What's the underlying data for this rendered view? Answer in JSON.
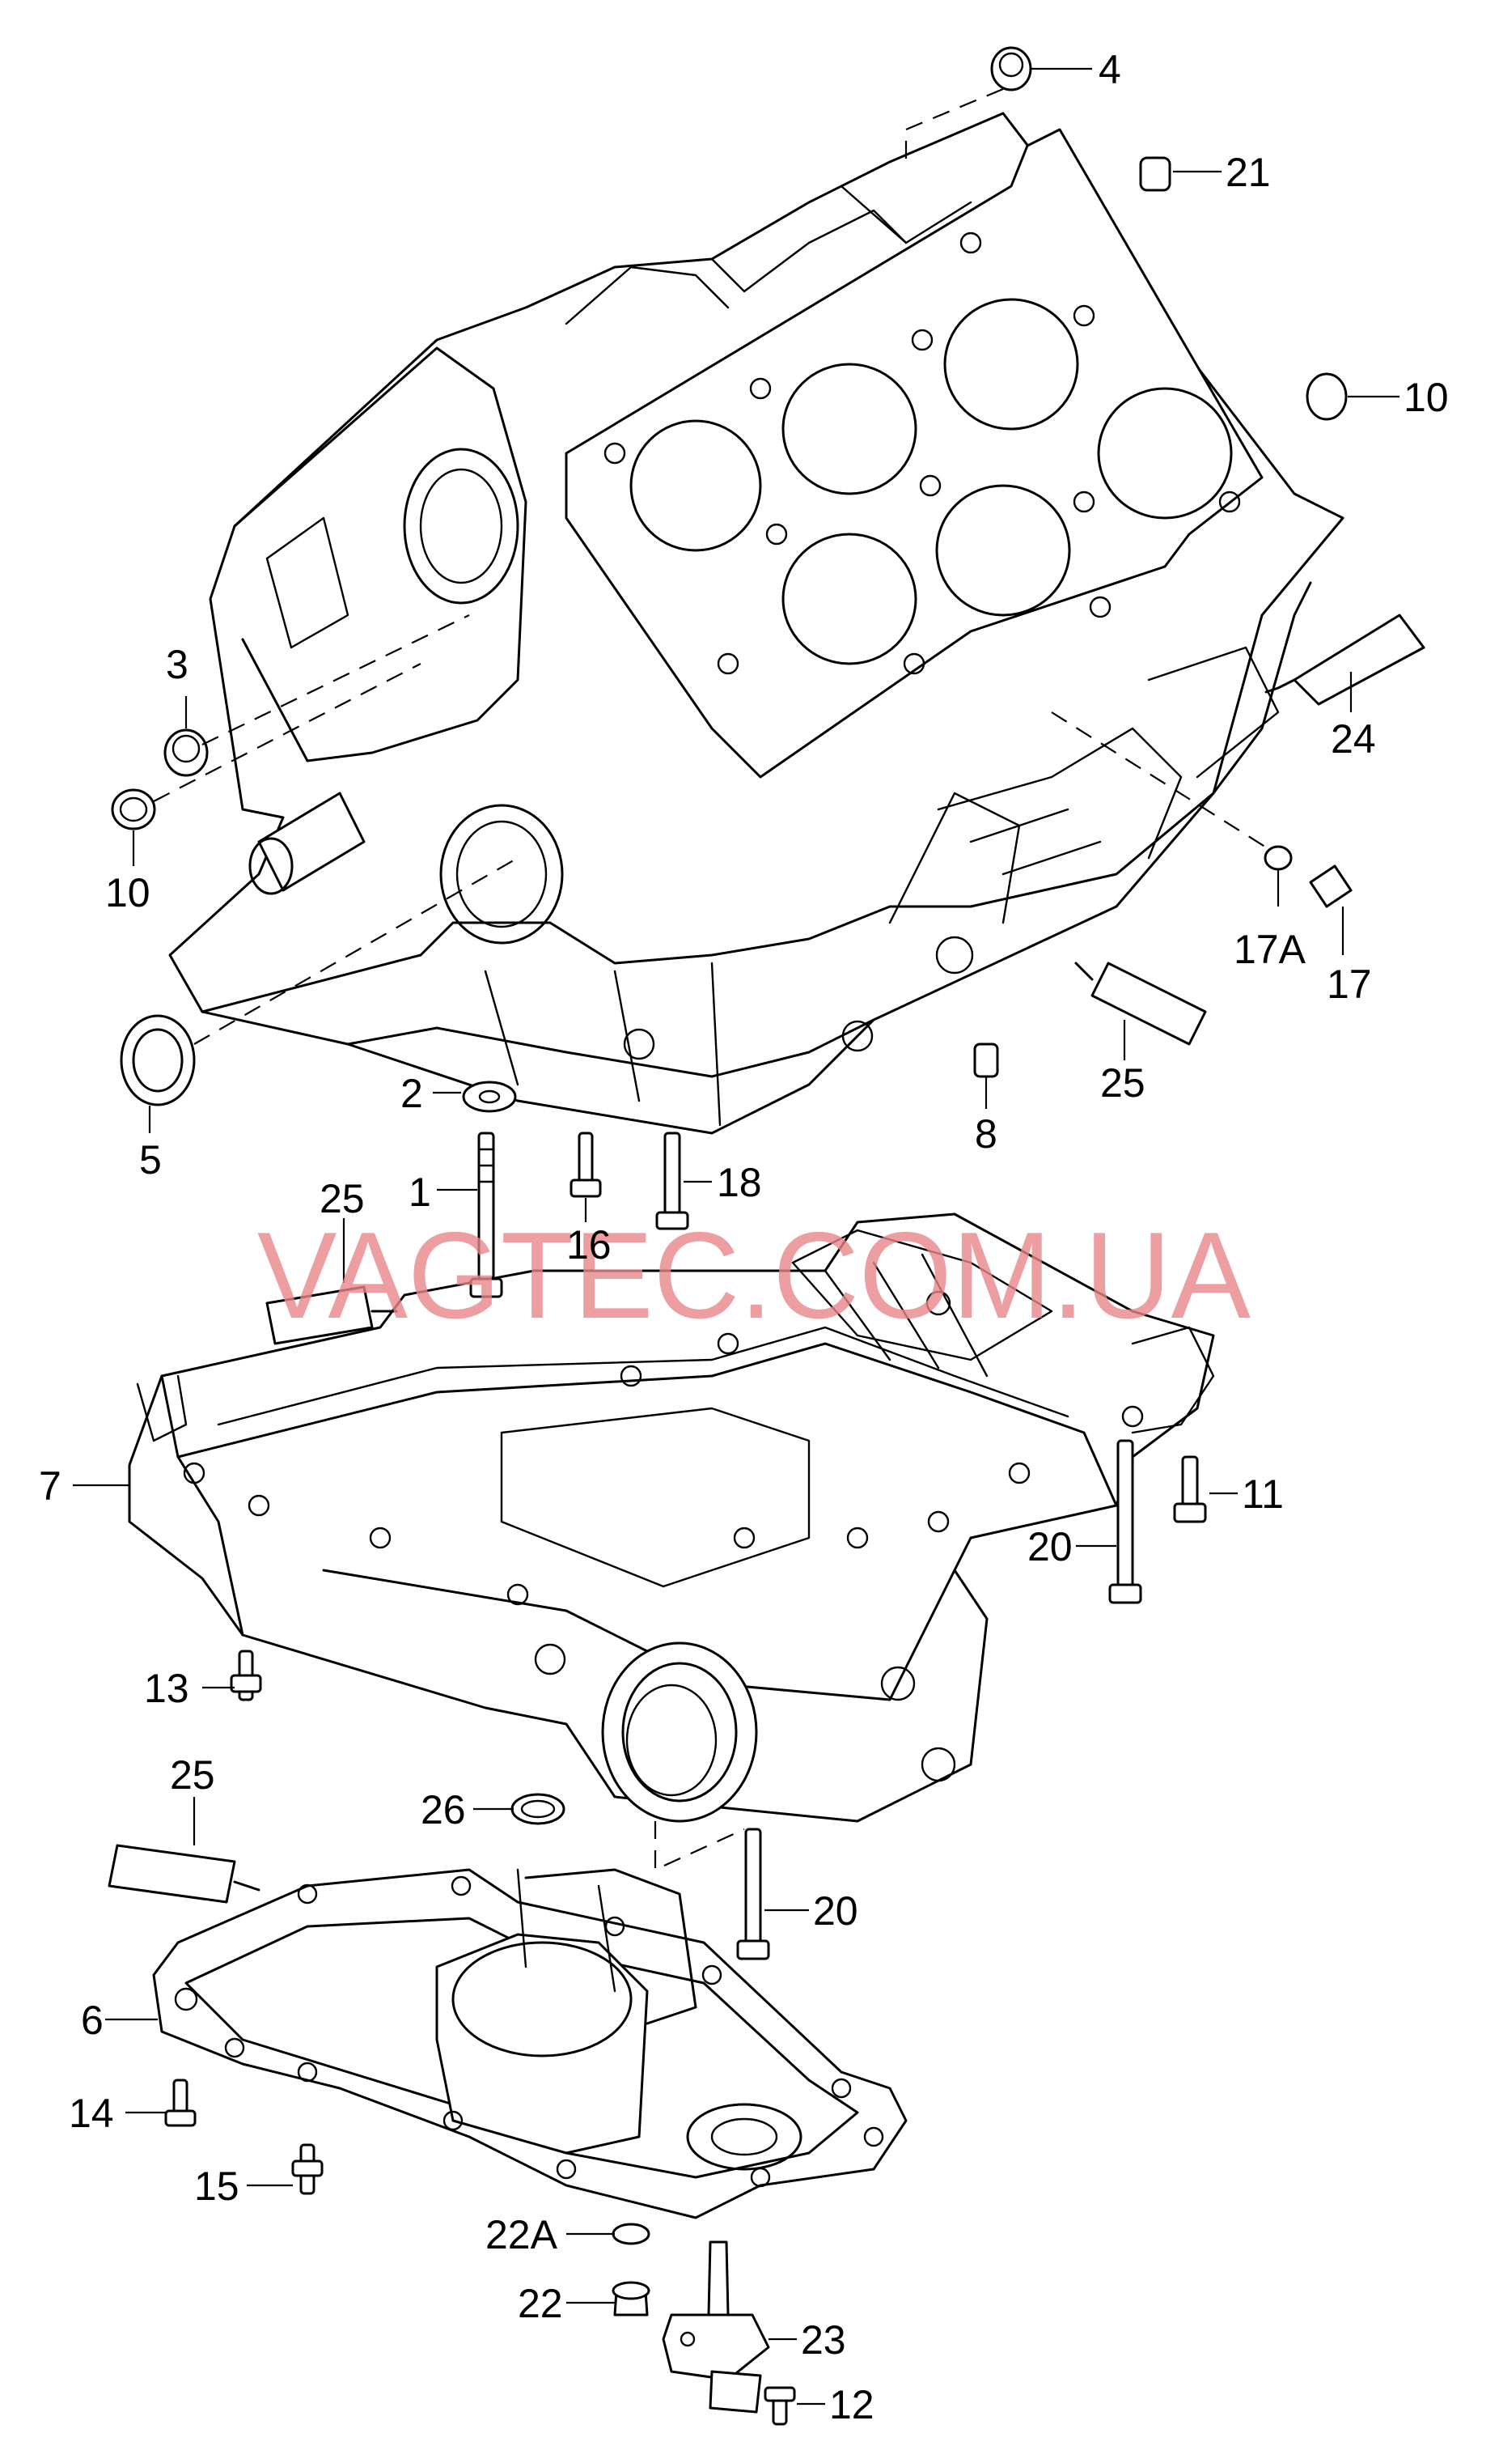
{
  "watermark": "VAGTEC.COM.UA",
  "callouts": [
    {
      "id": "c1",
      "text": "1"
    },
    {
      "id": "c2",
      "text": "2"
    },
    {
      "id": "c3",
      "text": "3"
    },
    {
      "id": "c4",
      "text": "4"
    },
    {
      "id": "c5",
      "text": "5"
    },
    {
      "id": "c6",
      "text": "6"
    },
    {
      "id": "c7",
      "text": "7"
    },
    {
      "id": "c8",
      "text": "8"
    },
    {
      "id": "c10a",
      "text": "10"
    },
    {
      "id": "c10b",
      "text": "10"
    },
    {
      "id": "c11",
      "text": "11"
    },
    {
      "id": "c12",
      "text": "12"
    },
    {
      "id": "c13",
      "text": "13"
    },
    {
      "id": "c14",
      "text": "14"
    },
    {
      "id": "c15",
      "text": "15"
    },
    {
      "id": "c16",
      "text": "16"
    },
    {
      "id": "c17",
      "text": "17"
    },
    {
      "id": "c17a",
      "text": "17A"
    },
    {
      "id": "c18",
      "text": "18"
    },
    {
      "id": "c20a",
      "text": "20"
    },
    {
      "id": "c20b",
      "text": "20"
    },
    {
      "id": "c21",
      "text": "21"
    },
    {
      "id": "c22",
      "text": "22"
    },
    {
      "id": "c22a",
      "text": "22A"
    },
    {
      "id": "c23",
      "text": "23"
    },
    {
      "id": "c24",
      "text": "24"
    },
    {
      "id": "c25a",
      "text": "25"
    },
    {
      "id": "c25b",
      "text": "25"
    },
    {
      "id": "c25c",
      "text": "25"
    },
    {
      "id": "c26",
      "text": "26"
    }
  ]
}
